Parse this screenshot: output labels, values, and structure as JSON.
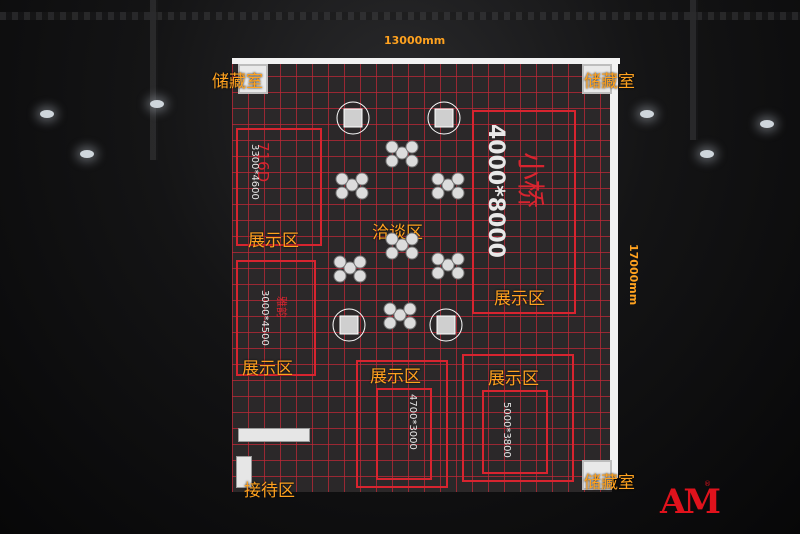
{
  "dimensions": {
    "width_label": "13000mm",
    "height_label": "17000mm"
  },
  "storage_rooms": [
    "储藏室",
    "储藏室",
    "储藏室"
  ],
  "zones": {
    "z1": {
      "label": "展示区",
      "brand": "716D",
      "size": "3300*4600"
    },
    "z2": {
      "label": "展示区",
      "brand": "雅韵",
      "size": "3000*4500"
    },
    "z3": {
      "label": "展示区",
      "brand": "",
      "size": "4700*3000"
    },
    "z4": {
      "label": "展示区",
      "brand": "",
      "size": "5000*3800"
    },
    "z5": {
      "label": "展示区",
      "brand": "小桥",
      "size": "4000*8000"
    }
  },
  "negotiation_area": "洽谈区",
  "reception_area": "接待区",
  "logo": {
    "text": "AM",
    "reg": "®"
  },
  "colors": {
    "accent": "#ffa21f",
    "zone_border": "#d8242f",
    "logo": "#e0121c"
  }
}
